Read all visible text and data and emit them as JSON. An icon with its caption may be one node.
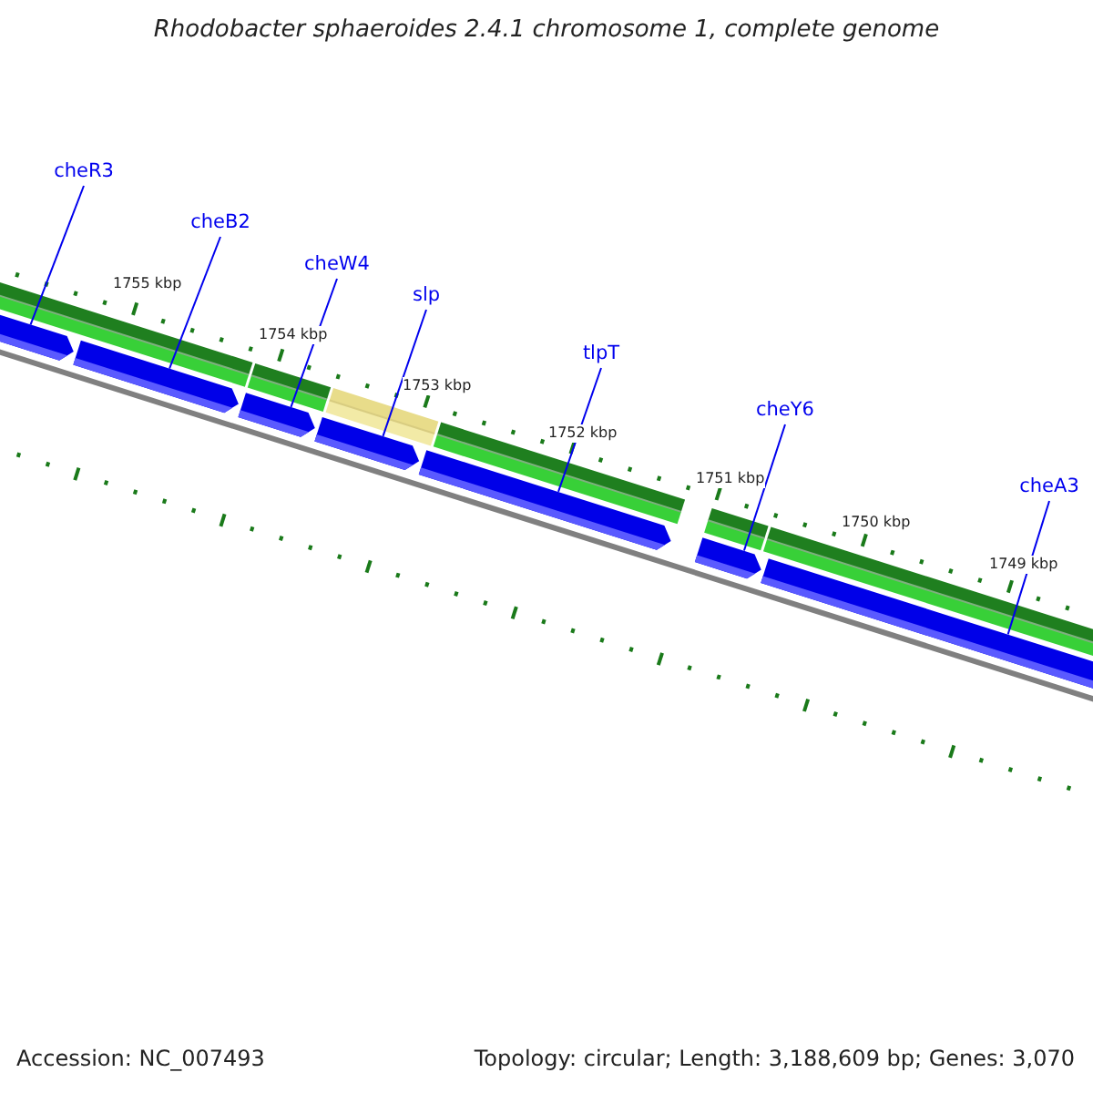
{
  "diagram": {
    "title": "Rhodobacter sphaeroides 2.4.1 chromosome 1, complete genome",
    "nodes": [
      {
        "text": [
          "cheR3"
        ]
      },
      {
        "text": [
          "cheB2"
        ]
      },
      {
        "text": [
          "cheW4"
        ]
      },
      {
        "text": [
          "slp"
        ]
      },
      {
        "text": [
          "tlpT"
        ]
      },
      {
        "text": [
          "cheY6"
        ]
      },
      {
        "text": [
          "cheA3"
        ]
      },
      {
        "text": [],
        "shape": "bar"
      },
      {
        "text": [],
        "shape": "bar"
      },
      {
        "text": [],
        "shape": "bar"
      },
      {
        "text": [],
        "shape": "bar"
      },
      {
        "text": [],
        "shape": "bar"
      },
      {
        "text": [],
        "shape": "bar"
      },
      {
        "text": [],
        "shape": "bar"
      }
    ],
    "edges": [
      {
        "from": 0,
        "to": 7,
        "arrow": "none"
      },
      {
        "from": 1,
        "to": 8,
        "arrow": "none"
      },
      {
        "from": 2,
        "to": 9,
        "arrow": "none"
      },
      {
        "from": 3,
        "to": 10,
        "arrow": "none"
      },
      {
        "from": 4,
        "to": 11,
        "arrow": "none"
      },
      {
        "from": 5,
        "to": 12,
        "arrow": "none"
      },
      {
        "from": 6,
        "to": 13,
        "arrow": "none"
      }
    ],
    "labels": [
      "1755 kbp",
      "1754 kbp",
      "1753 kbp",
      "1752 kbp",
      "1751 kbp",
      "1750 kbp",
      "1749 kbp",
      "Accession: NC_007493",
      "Topology: circular; Length: 3,188,609 bp; Genes: 3,070"
    ]
  }
}
